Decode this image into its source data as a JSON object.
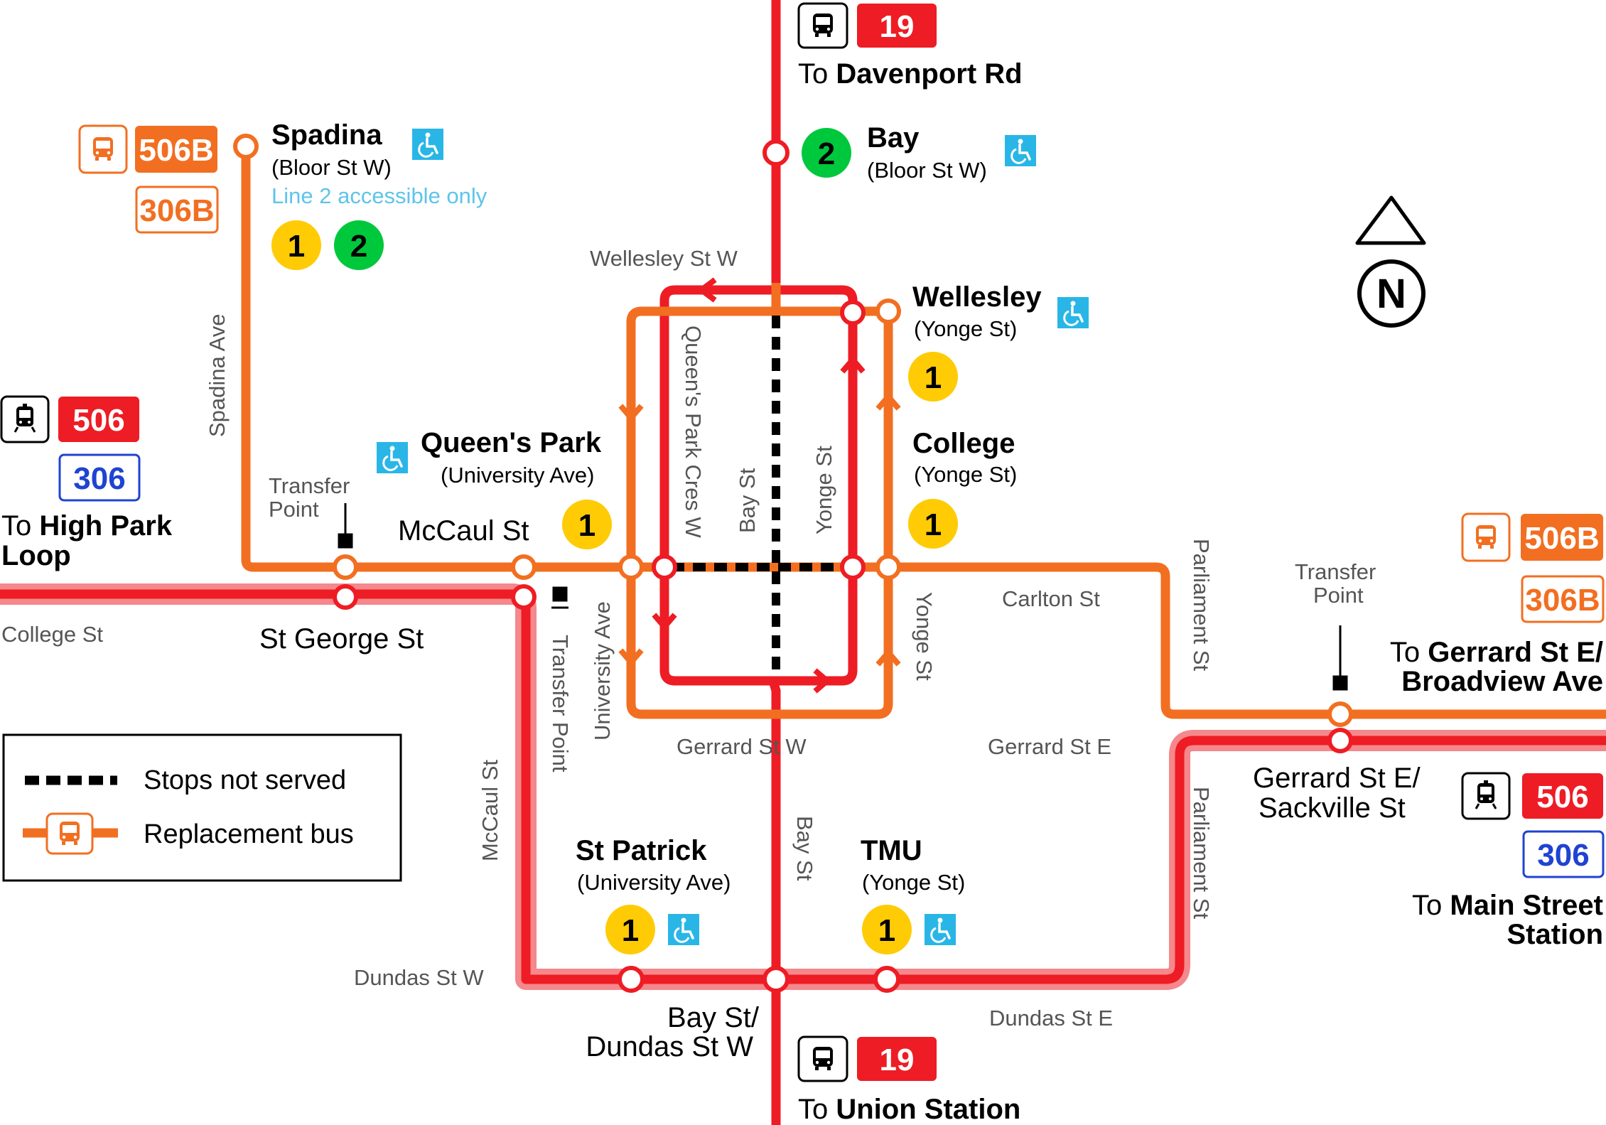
{
  "colors": {
    "streetcar_red": "#ee1c24",
    "streetcar_halo": "#f4888c",
    "bus_orange": "#f26f21",
    "line1_yellow": "#ffcb05",
    "line2_green": "#00c83c",
    "accessible_cyan": "#29b6e6",
    "blue_route": "#1f43d2"
  },
  "icons": [
    "bus-icon",
    "streetcar-icon",
    "accessible-icon",
    "north-arrow-icon"
  ],
  "legend": {
    "stops_not_served": "Stops not served",
    "replacement_bus": "Replacement bus"
  },
  "north": {
    "label": "N"
  },
  "routes": {
    "r19": "19",
    "r506": "506",
    "r306": "306",
    "r506b": "506B",
    "r306b": "306B"
  },
  "destinations": {
    "north": {
      "prefix": "To ",
      "name": "Davenport Rd"
    },
    "south": {
      "prefix": "To ",
      "name": "Union Station"
    },
    "west": {
      "prefix": "To ",
      "name_line1": "High Park",
      "name_line2": "Loop"
    },
    "east_bus": {
      "line1_prefix": "To ",
      "line1_name": "Gerrard St E/",
      "line2": "Broadview Ave"
    },
    "east_car": {
      "line1_prefix": "To ",
      "line1_name": "Main Street",
      "line2": "Station"
    }
  },
  "stations": {
    "spadina": {
      "name": "Spadina",
      "sub": "(Bloor St W)",
      "note": "Line 2 accessible only"
    },
    "bay": {
      "name": "Bay",
      "sub": "(Bloor St W)"
    },
    "wellesley": {
      "name": "Wellesley",
      "sub": "(Yonge St)"
    },
    "college": {
      "name": "College",
      "sub": "(Yonge St)"
    },
    "queens_park": {
      "name": "Queen's Park",
      "sub": "(University Ave)"
    },
    "st_patrick": {
      "name": "St Patrick",
      "sub": "(University Ave)"
    },
    "tmu": {
      "name": "TMU",
      "sub": "(Yonge St)"
    }
  },
  "line_badges": {
    "one": "1",
    "two": "2"
  },
  "stops": {
    "mccaul": "McCaul St",
    "st_george": "St George St",
    "bay_dundas_1": "Bay St/",
    "bay_dundas_2": "Dundas St W",
    "gerrard_sackville_1": "Gerrard St E/",
    "gerrard_sackville_2": "Sackville St"
  },
  "transfer": {
    "line1": "Transfer",
    "line2": "Point",
    "vertical": "Transfer Point"
  },
  "streets": {
    "wellesley_w": "Wellesley St W",
    "spadina_ave": "Spadina Ave",
    "queens_park_cres": "Queen's Park Cres W",
    "bay_st": "Bay St",
    "yonge_st": "Yonge St",
    "university_ave": "University Ave",
    "college_st": "College St",
    "carlton_st": "Carlton St",
    "parliament_st": "Parliament St",
    "gerrard_w": "Gerrard St W",
    "gerrard_e": "Gerrard St E",
    "mccaul_st": "McCaul St",
    "dundas_w": "Dundas St W",
    "dundas_e": "Dundas St E"
  }
}
